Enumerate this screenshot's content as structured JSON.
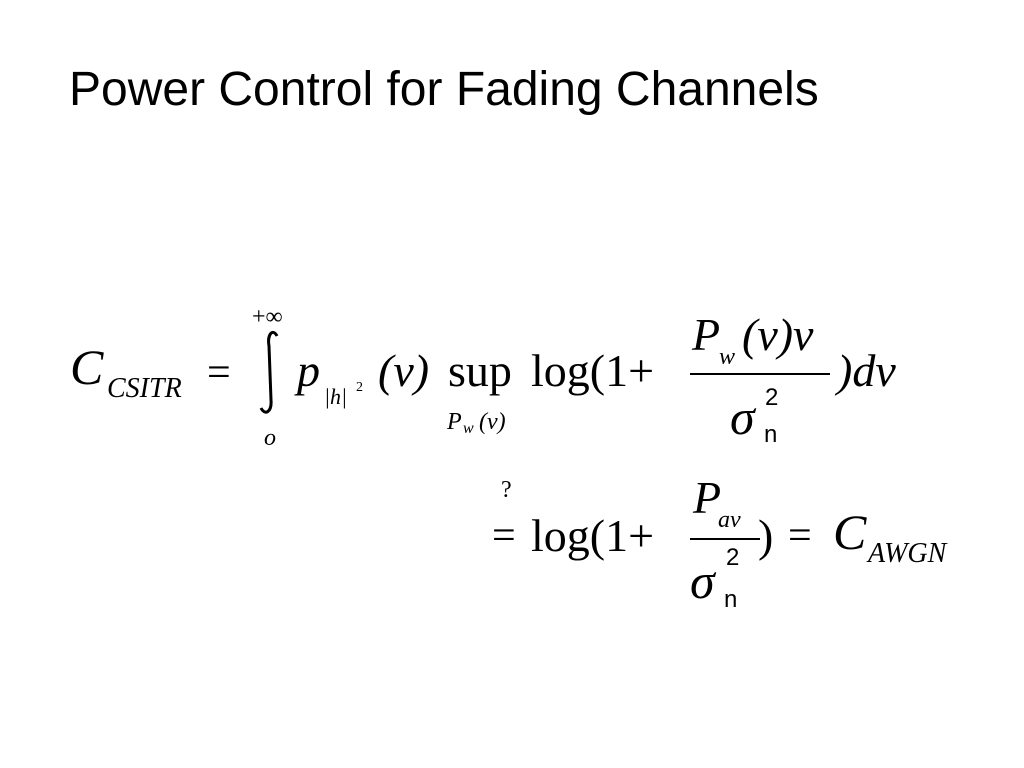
{
  "slide": {
    "title": "Power Control for Fading Channels",
    "text_color": "#000000",
    "background_color": "#ffffff"
  },
  "equation1": {
    "lhs_symbol": "C",
    "lhs_subscript": "CSITR",
    "equals": "=",
    "integral_upper_limit": "+∞",
    "integral_lower_limit": "o",
    "density_symbol": "p",
    "density_subscript": "|h|",
    "density_subscript_power": "2",
    "density_argument": "(v)",
    "sup_operator": "sup",
    "sup_under_symbol": "P",
    "sup_under_subscript": "w",
    "sup_under_argument": "(v)",
    "log_open": "log(1+",
    "numerator_symbol": "P",
    "numerator_subscript": "w",
    "numerator_rest": "(v)v",
    "denominator_symbol": "σ",
    "denominator_power": "2",
    "denominator_subscript": "n",
    "close_differential": ")dv"
  },
  "equation2": {
    "question_mark": "?",
    "equals": "=",
    "log_open": "log(1+",
    "numerator_symbol": "P",
    "numerator_subscript": "av",
    "denominator_symbol": "σ",
    "denominator_power": "2",
    "denominator_subscript": "n",
    "close": ")",
    "equals_2": "=",
    "rhs_symbol": "C",
    "rhs_subscript": "AWGN"
  }
}
